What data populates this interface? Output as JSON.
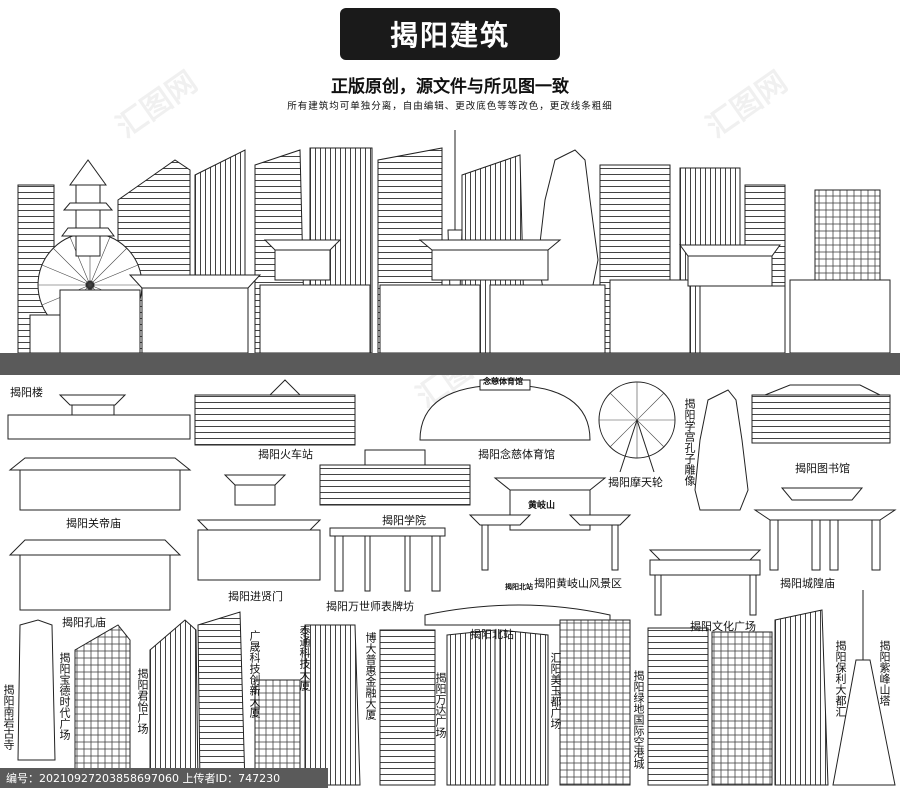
{
  "header": {
    "title": "揭阳建筑",
    "subtitle": "正版原创，源文件与所见图一致",
    "note": "所有建筑均可单独分离，自由编辑、更改底色等等改色，更改线条粗细"
  },
  "labels": {
    "jieyang_lou": "揭阳楼",
    "train_station": "揭阳火车站",
    "gym": "揭阳念慈体育馆",
    "ferris": "揭阳摩天轮",
    "library": "揭阳图书馆",
    "guandi": "揭阳关帝庙",
    "college": "揭阳学院",
    "huangqi": "揭阳黄岐山风景区",
    "city_god": "揭阳城隍庙",
    "jinxian": "揭阳进贤门",
    "paifang": "揭阳万世师表牌坊",
    "confucius_temple": "揭阳孔庙",
    "north_station": "揭阳北站",
    "culture_square": "揭阳文化广场"
  },
  "vlabels": {
    "confucius_statue": "揭阳学宫孔子雕像",
    "chuangxin": "广晟科技创新大厦",
    "taitong": "泰通科技大厦",
    "puhui": "博大普惠金融大厦",
    "wanda": "揭阳万达广场",
    "meiyu": "汇阳美玉都广场",
    "lvdi": "揭阳绿地国际空港城",
    "baoli": "揭阳保利大都汇",
    "zifeng": "揭阳紫峰山塔",
    "baode": "揭阳宝德时代广场",
    "junyi": "揭阳君怡广场",
    "nanyan": "揭阳南岩古寺"
  },
  "signs": {
    "gym_sign": "念慈体育馆",
    "huangqi_sign": "黄岐山",
    "north_sign": "揭阳北站"
  },
  "watermark": "汇图网",
  "footer": "编号：20210927203858697060 上传者ID：747230"
}
